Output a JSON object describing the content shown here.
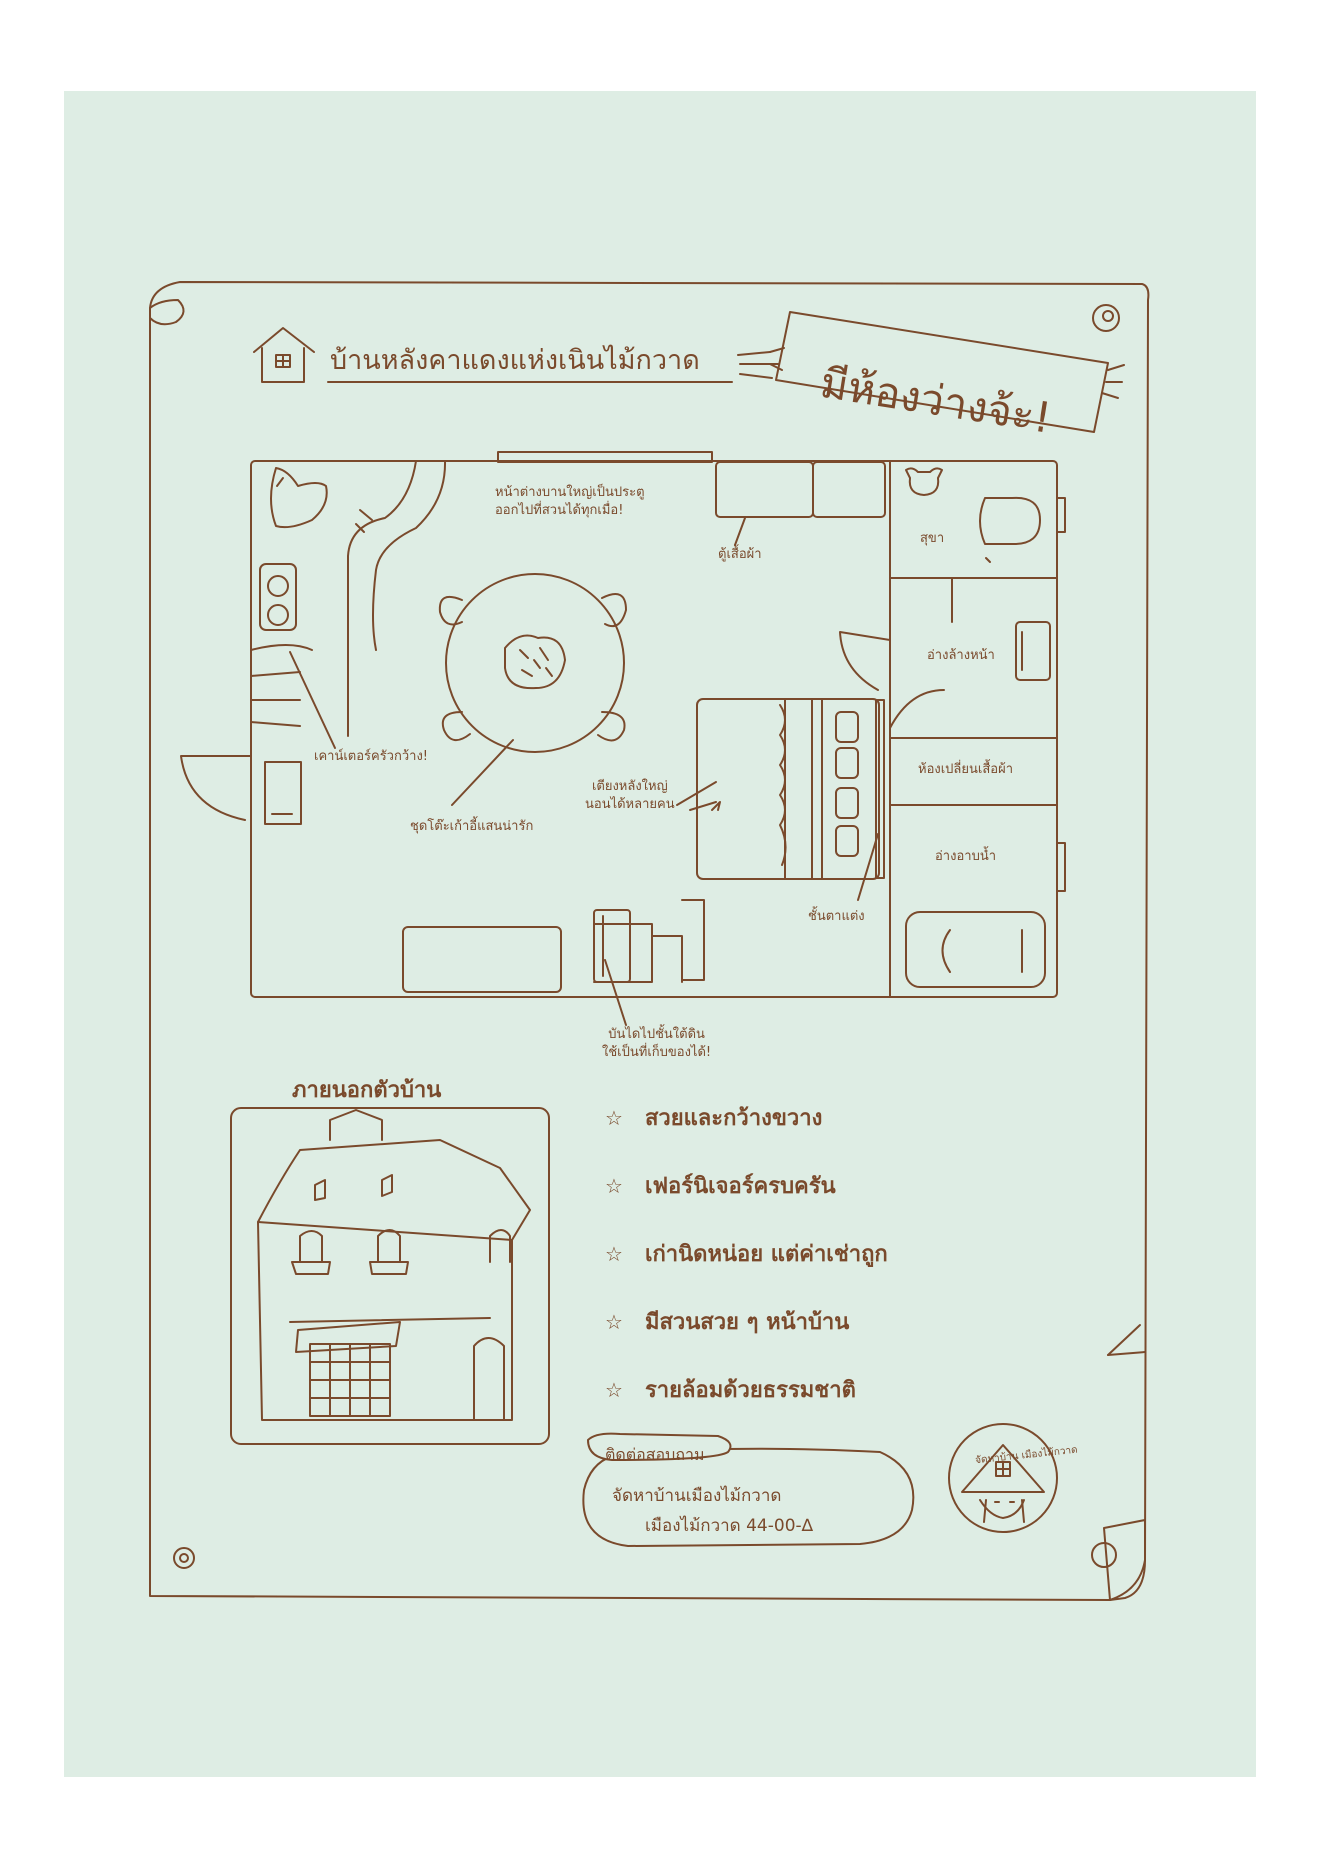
{
  "poster": {
    "title": "บ้านหลังคาแดงแห่งเนินไม้กวาด",
    "badge": "มีห้องว่างจ้ะ!",
    "stamp_text": "จัดหาบ้าน เมืองไม้กวาด"
  },
  "floorplan": {
    "window_note": [
      "หน้าต่างบานใหญ่เป็นประตู",
      "ออกไปที่สวนได้ทุกเมื่อ!"
    ],
    "wardrobe": "ตู้เสื้อผ้า",
    "toilet": "สุขา",
    "washbasin": "อ่างล้างหน้า",
    "dressing_room": "ห้องเปลี่ยนเสื้อผ้า",
    "bathtub": "อ่างอาบน้ำ",
    "counter": "เคาน์เตอร์ครัวกว้าง!",
    "dining_set": "ชุดโต๊ะเก้าอี้แสนน่ารัก",
    "bed": [
      "เตียงหลังใหญ่",
      "นอนได้หลายคน"
    ],
    "shelf": "ชั้นตาแต่ง",
    "stairs": [
      "บันไดไปชั้นใต้ดิน",
      "ใช้เป็นที่เก็บของได้!"
    ]
  },
  "exterior": {
    "title": "ภายนอกตัวบ้าน"
  },
  "features": [
    "สวยและกว้างขวาง",
    "เฟอร์นิเจอร์ครบครัน",
    "เก่านิดหน่อย  แต่ค่าเช่าถูก",
    "มีสวนสวย ๆ หน้าบ้าน",
    "รายล้อมด้วยธรรมชาติ"
  ],
  "feature_icon": "star-icon",
  "contact": {
    "tag": "ติดต่อสอบถาม",
    "line1": "จัดหาบ้านเมืองไม้กวาด",
    "line2": "เมืองไม้กวาด 44-00-∆"
  },
  "colors": {
    "background": "#deede4",
    "ink": "#7a4a2c",
    "page": "#ffffff"
  }
}
